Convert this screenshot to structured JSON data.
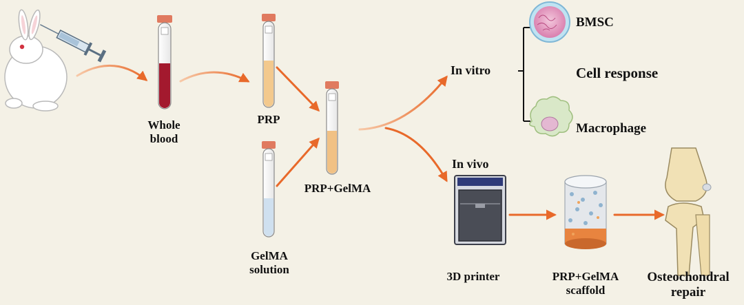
{
  "labels": {
    "whole_blood_1": "Whole",
    "whole_blood_2": "blood",
    "prp": "PRP",
    "gelma_1": "GelMA",
    "gelma_2": "solution",
    "prp_gelma": "PRP+GelMA",
    "in_vitro": "In vitro",
    "in_vivo": "In vivo",
    "bmsc": "BMSC",
    "cell_response": "Cell response",
    "macrophage": "Macrophage",
    "printer": "3D printer",
    "scaffold_1": "PRP+GelMA",
    "scaffold_2": "scaffold",
    "repair_1": "Osteochondral",
    "repair_2": "repair"
  },
  "colors": {
    "background": "#f4f1e6",
    "arrow": "#e8692a",
    "whole_blood": "#a3192e",
    "prp_fluid": "#f3c98d",
    "gelma_fluid": "#cfe0ef",
    "cap": "#e07a5f"
  },
  "icons": [
    "rabbit-icon",
    "syringe-icon",
    "whole-blood-tube-icon",
    "prp-tube-icon",
    "gelma-tube-icon",
    "prp-gelma-tube-icon",
    "bmsc-cell-icon",
    "macrophage-cell-icon",
    "3d-printer-icon",
    "scaffold-icon",
    "knee-joint-icon"
  ]
}
